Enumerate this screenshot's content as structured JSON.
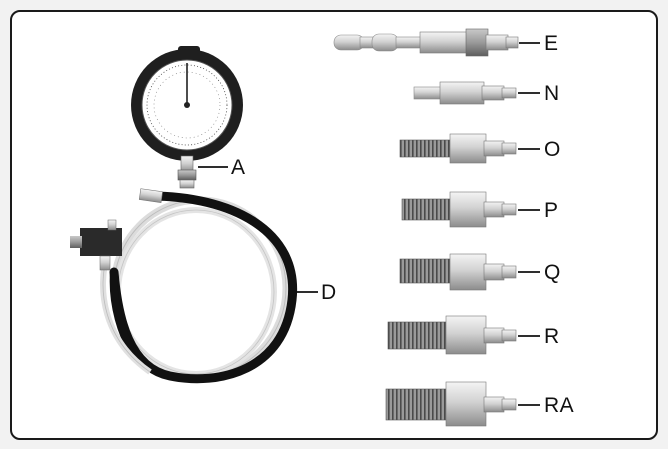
{
  "diagram": {
    "labels": {
      "A": "A",
      "D": "D",
      "E": "E",
      "N": "N",
      "O": "O",
      "P": "P",
      "Q": "Q",
      "R": "R",
      "RA": "RA"
    },
    "components": [
      {
        "id": "A",
        "name": "pressure-gauge"
      },
      {
        "id": "D",
        "name": "hose-assembly-with-valve"
      },
      {
        "id": "E",
        "name": "adapter-long-hose-barb"
      },
      {
        "id": "N",
        "name": "adapter-small"
      },
      {
        "id": "O",
        "name": "adapter-threaded-small"
      },
      {
        "id": "P",
        "name": "adapter-threaded-medium"
      },
      {
        "id": "Q",
        "name": "adapter-threaded-medium-large"
      },
      {
        "id": "R",
        "name": "adapter-threaded-large"
      },
      {
        "id": "RA",
        "name": "adapter-threaded-extra-large"
      }
    ],
    "colors": {
      "frame": "#1a1a1a",
      "metal_light": "#e6e6e6",
      "metal_mid": "#b8b8b8",
      "metal_dark": "#7a7a7a",
      "gauge_bezel": "#1f1f1f",
      "hose_black": "#111111",
      "hose_clear": "#e9e9e9"
    }
  }
}
